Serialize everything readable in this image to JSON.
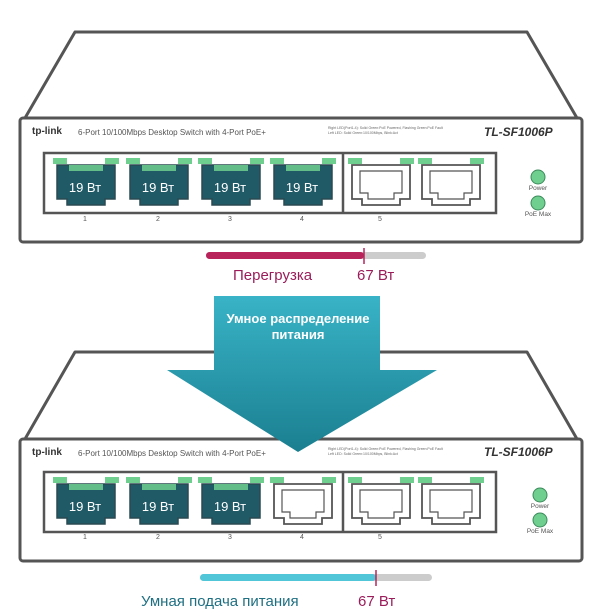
{
  "colors": {
    "outline": "#555555",
    "port_active": "#1f5a66",
    "led_green": "#6fcf8e",
    "overload_bar": "#b8245a",
    "smart_bar": "#52c6d9",
    "bar_track": "#cccccc",
    "arrow": "#1f8fa0",
    "label_purple": "#9b1c5a",
    "label_dark": "#555555"
  },
  "switch_top": {
    "brand": "tp-link",
    "description": "6-Port 10/100Mbps Desktop Switch with 4-Port PoE+",
    "model": "TL-SF1006P",
    "legend_line1": "Right LED(Port1-4):  Solid Green:PoE Powered,  Flashing Green:PoE Fault",
    "legend_line2": "Left LED:  Solid Green:10/100Mbps,  Blink:Act",
    "ports": [
      {
        "number": "1",
        "label": "19 Вт"
      },
      {
        "number": "2",
        "label": "19 Вт"
      },
      {
        "number": "3",
        "label": "19 Вт"
      },
      {
        "number": "4",
        "label": "19 Вт"
      },
      {
        "number": "5",
        "label": ""
      }
    ],
    "led_power": "Power",
    "led_poe": "PoE Max"
  },
  "overload": {
    "label": "Перегрузка",
    "value_label": "67 Вт",
    "fill_fraction": 0.72
  },
  "arrow_text": {
    "line1": "Умное распределение",
    "line2": "питания"
  },
  "switch_bottom": {
    "brand": "tp-link",
    "description": "6-Port 10/100Mbps Desktop Switch with 4-Port PoE+",
    "model": "TL-SF1006P",
    "legend_line1": "Right LED(Port1-4):  Solid Green:PoE Powered,  Flashing Green:PoE Fault",
    "legend_line2": "Left LED:  Solid Green:10/100Mbps,  Blink:Act",
    "ports": [
      {
        "number": "1",
        "label": "19 Вт"
      },
      {
        "number": "2",
        "label": "19 Вт"
      },
      {
        "number": "3",
        "label": "19 Вт"
      },
      {
        "number": "4",
        "label": ""
      },
      {
        "number": "5",
        "label": ""
      }
    ],
    "led_power": "Power",
    "led_poe": "PoE Max"
  },
  "smart": {
    "label": "Умная подача питания",
    "value_label": "67 Вт",
    "fill_fraction": 0.76
  }
}
